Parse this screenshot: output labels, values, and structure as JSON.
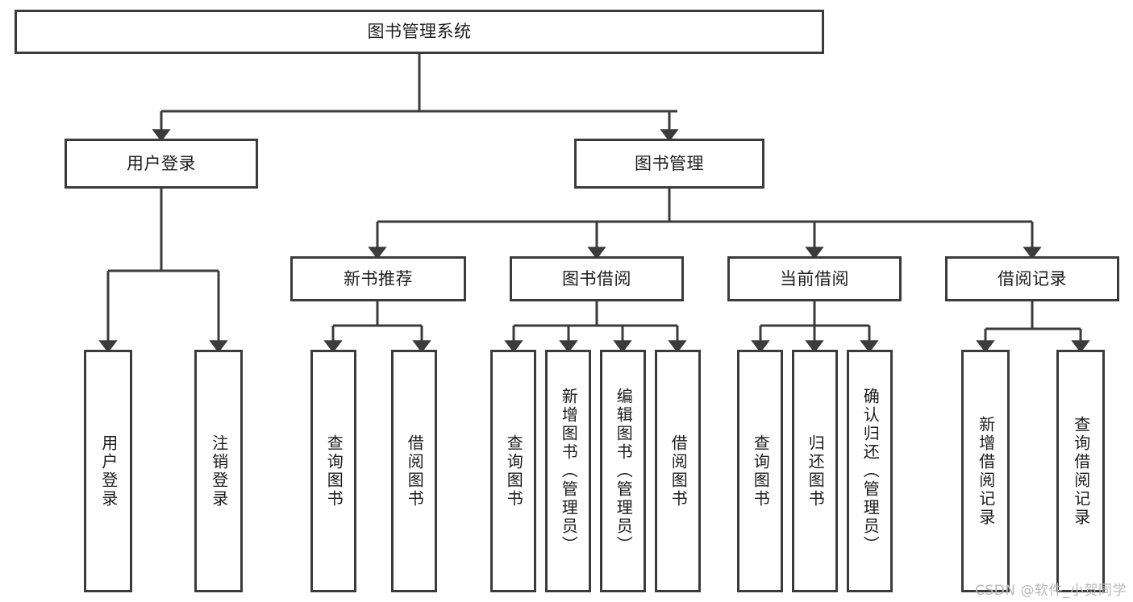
{
  "diagram": {
    "title": "图书管理系统",
    "type": "tree",
    "watermark": "CSDN @软件_小贺同学",
    "colors": {
      "box_border": "#3b3b3b",
      "box_fill": "#ffffff",
      "connector": "#3b3b3b",
      "text": "#1c1c1c",
      "watermark": "#b9b9b9",
      "background": "#ffffff"
    },
    "nodes": {
      "root": {
        "label": "图书管理系统"
      },
      "user_login": {
        "label": "用户登录"
      },
      "book_manage": {
        "label": "图书管理"
      },
      "new_book_rec": {
        "label": "新书推荐"
      },
      "book_borrow": {
        "label": "图书借阅"
      },
      "current_borrow": {
        "label": "当前借阅"
      },
      "borrow_record": {
        "label": "借阅记录"
      },
      "leaf_user_login": {
        "label": "用户登录"
      },
      "leaf_logout": {
        "label": "注销登录"
      },
      "leaf_query_book_1": {
        "label": "查询图书"
      },
      "leaf_borrow_book_1": {
        "label": "借阅图书"
      },
      "leaf_query_book_2": {
        "label": "查询图书"
      },
      "leaf_add_book_admin": {
        "label": "新增图书（管理员）"
      },
      "leaf_edit_book_admin": {
        "label": "编辑图书（管理员）"
      },
      "leaf_borrow_book_2": {
        "label": "借阅图书"
      },
      "leaf_query_book_3": {
        "label": "查询图书"
      },
      "leaf_return_book": {
        "label": "归还图书"
      },
      "leaf_confirm_return_admin": {
        "label": "确认归还（管理员）"
      },
      "leaf_add_record": {
        "label": "新增借阅记录"
      },
      "leaf_query_record": {
        "label": "查询借阅记录"
      }
    },
    "edges": [
      {
        "from": "root",
        "to": "user_login"
      },
      {
        "from": "root",
        "to": "book_manage"
      },
      {
        "from": "user_login",
        "to": "leaf_user_login"
      },
      {
        "from": "user_login",
        "to": "leaf_logout"
      },
      {
        "from": "book_manage",
        "to": "new_book_rec"
      },
      {
        "from": "book_manage",
        "to": "book_borrow"
      },
      {
        "from": "book_manage",
        "to": "current_borrow"
      },
      {
        "from": "book_manage",
        "to": "borrow_record"
      },
      {
        "from": "new_book_rec",
        "to": "leaf_query_book_1"
      },
      {
        "from": "new_book_rec",
        "to": "leaf_borrow_book_1"
      },
      {
        "from": "book_borrow",
        "to": "leaf_query_book_2"
      },
      {
        "from": "book_borrow",
        "to": "leaf_add_book_admin"
      },
      {
        "from": "book_borrow",
        "to": "leaf_edit_book_admin"
      },
      {
        "from": "book_borrow",
        "to": "leaf_borrow_book_2"
      },
      {
        "from": "current_borrow",
        "to": "leaf_query_book_3"
      },
      {
        "from": "current_borrow",
        "to": "leaf_return_book"
      },
      {
        "from": "current_borrow",
        "to": "leaf_confirm_return_admin"
      },
      {
        "from": "borrow_record",
        "to": "leaf_add_record"
      },
      {
        "from": "borrow_record",
        "to": "leaf_query_record"
      }
    ]
  }
}
